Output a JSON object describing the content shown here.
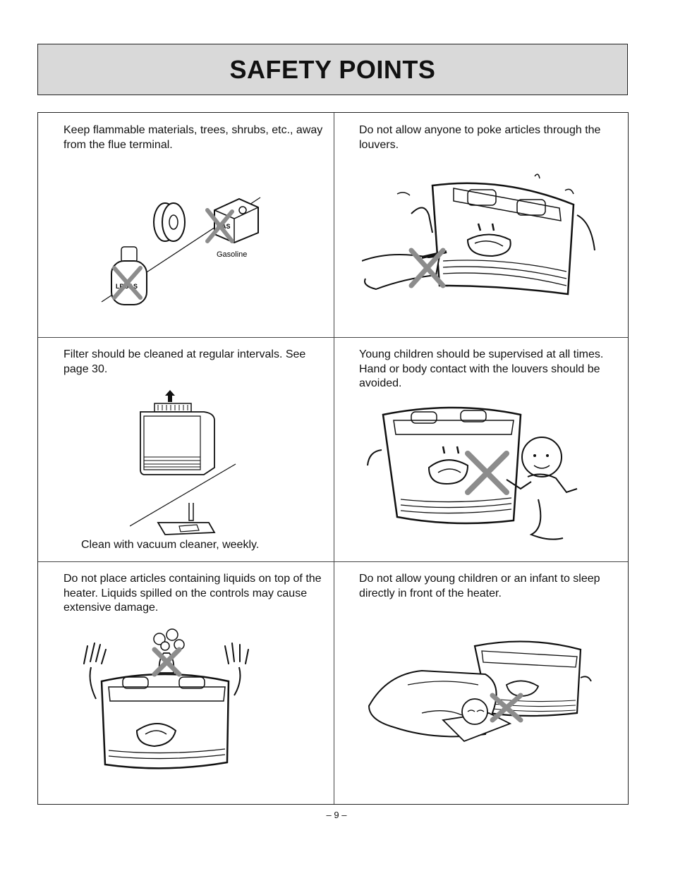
{
  "title": "SAFETY POINTS",
  "cells": [
    {
      "text": "Keep flammable materials, trees, shrubs, etc., away from the flue terminal.",
      "labels": {
        "gas": "GAS",
        "lpgas": "LPGAS",
        "gasoline": "Gasoline"
      }
    },
    {
      "text": "Do not allow anyone to poke articles through the louvers."
    },
    {
      "text": "Filter should be cleaned at regular intervals. See page 30.",
      "caption": "Clean with vacuum cleaner, weekly."
    },
    {
      "text": "Young children should be supervised at all times.  Hand or body contact with the louvers should be avoided."
    },
    {
      "text": "Do not place articles containing liquids on top of the heater.  Liquids spilled on the controls may cause extensive damage."
    },
    {
      "text": "Do not allow young children or an infant to sleep directly in front of the heater."
    }
  ],
  "page_number": "– 9 –",
  "colors": {
    "title_bg": "#d9d9d9",
    "x_mark": "#8c8c8c"
  }
}
